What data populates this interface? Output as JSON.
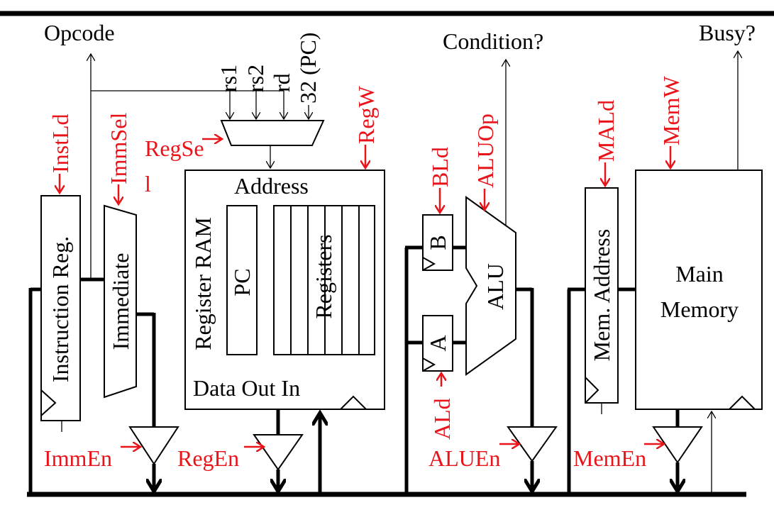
{
  "top_signals": {
    "opcode": "Opcode",
    "condition": "Condition?",
    "busy": "Busy?"
  },
  "register_mux_inputs": {
    "rs1": "rs1",
    "rs2": "rs2",
    "rd": "rd",
    "pc_const": "32 (PC)"
  },
  "blocks": {
    "instruction_reg": "Instruction Reg.",
    "immediate": "Immediate",
    "register_ram": "Register RAM",
    "address": "Address",
    "pc": "PC",
    "registers": "Registers",
    "data_out_in": "Data Out In",
    "reg_b": "B",
    "reg_a": "A",
    "alu": "ALU",
    "mem_address": "Mem. Address",
    "main_memory_line1": "Main",
    "main_memory_line2": "Memory"
  },
  "control_signals": {
    "inst_ld": "InstLd",
    "imm_sel": "ImmSel",
    "reg_sel_part1": "RegSe",
    "reg_sel_part2": "l",
    "reg_w": "RegW",
    "b_ld": "BLd",
    "alu_op": "ALUOp",
    "ma_ld": "MALd",
    "mem_w": "MemW",
    "a_ld": "ALd",
    "imm_en": "ImmEn",
    "reg_en": "RegEn",
    "alu_en": "ALUEn",
    "mem_en": "MemEn"
  },
  "colors": {
    "wire": "#000000",
    "control": "#e8141a",
    "background": "#ffffff"
  }
}
